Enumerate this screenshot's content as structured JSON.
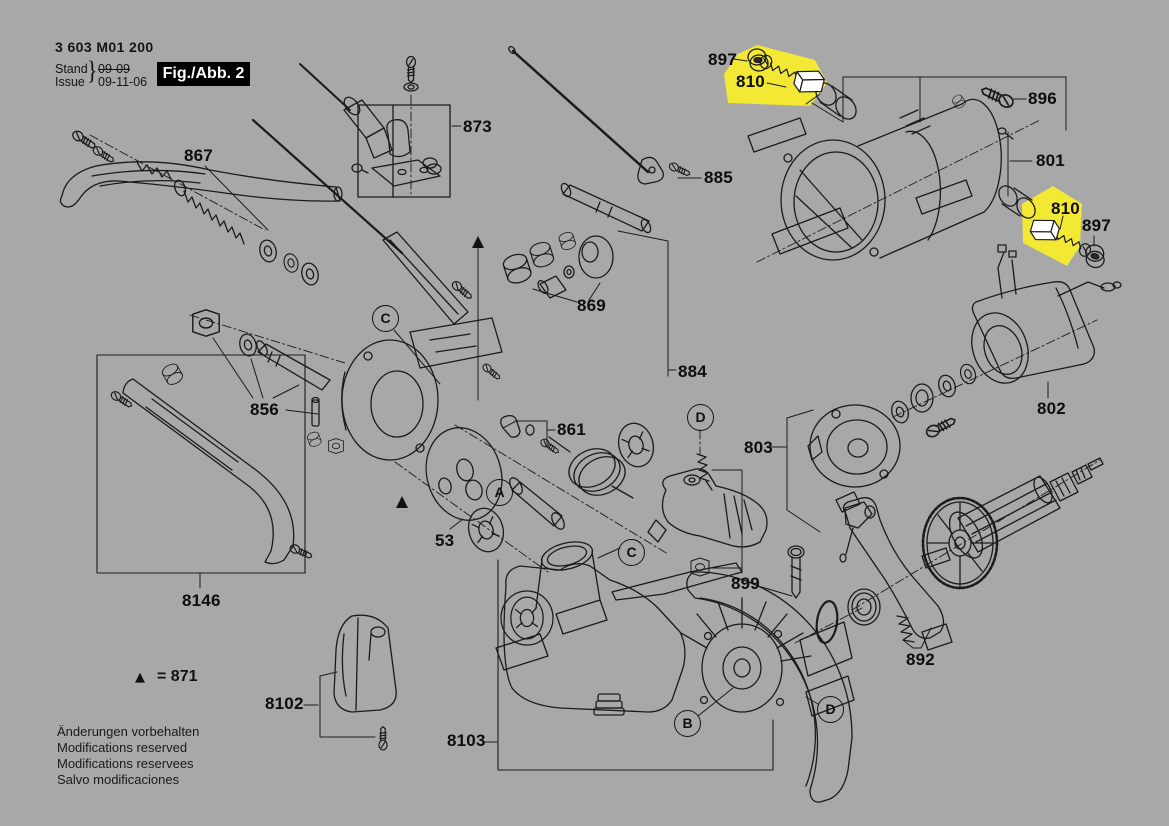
{
  "header": {
    "part_code": "3 603 M01 200",
    "stand_label": "Stand",
    "issue_label": "Issue",
    "brace": "}",
    "stand_value": "09-09",
    "issue_value": "09-11-06",
    "figure_label": "Fig./Abb. 2"
  },
  "legend": {
    "triangle_symbol": "▲",
    "equals_text": "= 871"
  },
  "footer": {
    "line1": "Änderungen vorbehalten",
    "line2": "Modifications reserved",
    "line3": "Modifications reservees",
    "line4": "Salvo modificaciones"
  },
  "colors": {
    "background": "#a8a8a8",
    "line": "#1b1b1b",
    "highlight_yellow": "#f3e834",
    "figure_box_bg": "#000000",
    "figure_box_text": "#ffffff"
  },
  "part_labels": [
    {
      "id": "897-top",
      "text": "897"
    },
    {
      "id": "810-top",
      "text": "810"
    },
    {
      "id": "896",
      "text": "896"
    },
    {
      "id": "801",
      "text": "801"
    },
    {
      "id": "867",
      "text": "867"
    },
    {
      "id": "873",
      "text": "873"
    },
    {
      "id": "885",
      "text": "885"
    },
    {
      "id": "869",
      "text": "869"
    },
    {
      "id": "884",
      "text": "884"
    },
    {
      "id": "856",
      "text": "856"
    },
    {
      "id": "861",
      "text": "861"
    },
    {
      "id": "53",
      "text": "53"
    },
    {
      "id": "803",
      "text": "803"
    },
    {
      "id": "899",
      "text": "899"
    },
    {
      "id": "802",
      "text": "802"
    },
    {
      "id": "892",
      "text": "892"
    },
    {
      "id": "8146",
      "text": "8146"
    },
    {
      "id": "8102",
      "text": "8102"
    },
    {
      "id": "8103",
      "text": "8103"
    },
    {
      "id": "810-right",
      "text": "810"
    },
    {
      "id": "897-right",
      "text": "897"
    }
  ],
  "callout_letters": [
    {
      "id": "C-upper",
      "text": "C"
    },
    {
      "id": "A",
      "text": "A"
    },
    {
      "id": "C-lower",
      "text": "C"
    },
    {
      "id": "D-upper",
      "text": "D"
    },
    {
      "id": "B",
      "text": "B"
    },
    {
      "id": "D-lower",
      "text": "D"
    }
  ]
}
